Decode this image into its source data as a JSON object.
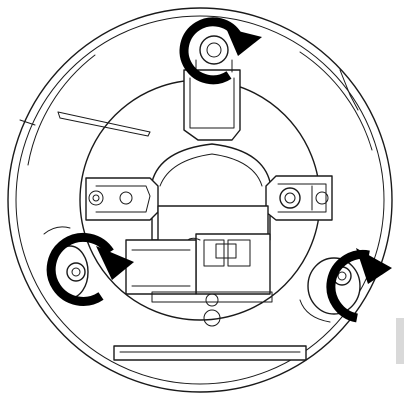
{
  "figure": {
    "description_free": true,
    "rotation_indicators": [
      {
        "id": "top-screw-arrow",
        "direction": "clockwise"
      },
      {
        "id": "left-screw-arrow",
        "direction": "clockwise"
      },
      {
        "id": "right-screw-arrow",
        "direction": "clockwise"
      }
    ],
    "colors": {
      "line": "#1a1a1a",
      "arrow": "#000000",
      "background": "#ffffff",
      "side_tab": "#d9d9d9"
    }
  }
}
